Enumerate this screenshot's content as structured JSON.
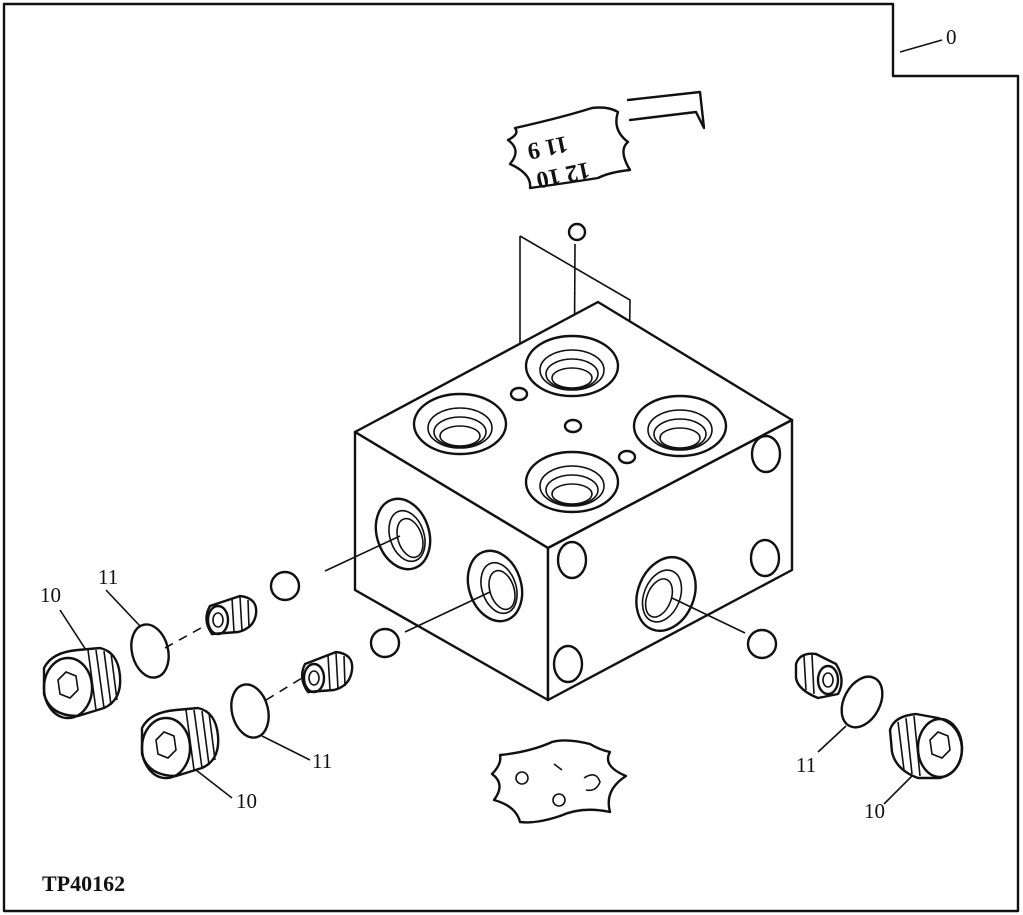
{
  "callouts": {
    "assembly": "0",
    "plug_upper_left": "10",
    "plug_lower_left": "10",
    "plug_right": "10",
    "oring_upper_left": "11",
    "oring_lower_left": "11",
    "oring_right": "11"
  },
  "identification_tag": {
    "line1": "12 10",
    "line2": "11 9"
  },
  "figure_id": "TP40162"
}
